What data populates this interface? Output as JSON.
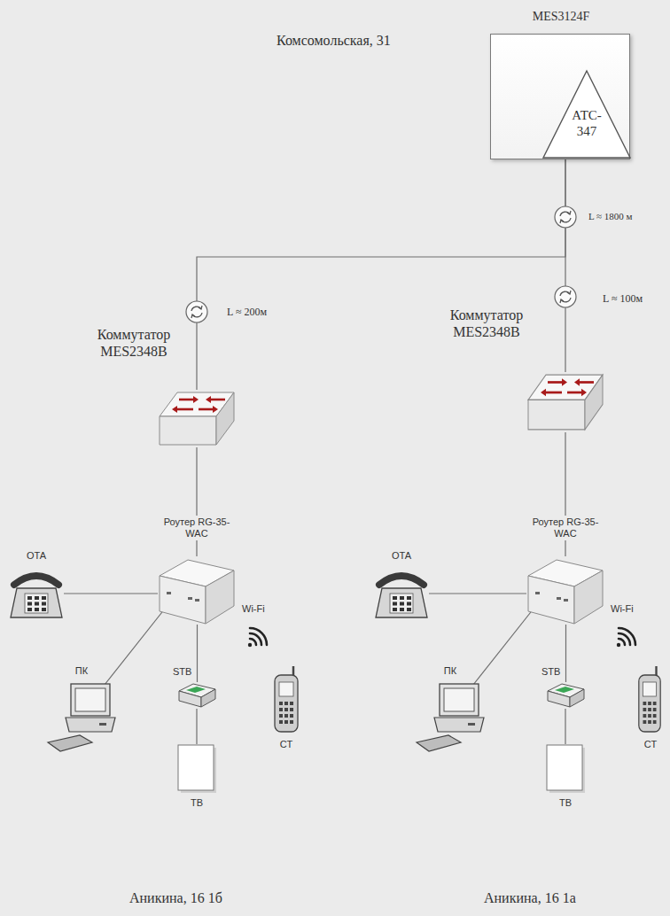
{
  "diagram": {
    "nodes": [
      {
        "text": [
          "MES3124F"
        ]
      },
      {
        "text": [
          "АТС- 347"
        ],
        "in": 0
      },
      {
        "text": [
          "Коммутатор MES2348B"
        ]
      },
      {
        "text": [
          "Коммутатор MES2348B"
        ]
      },
      {
        "text": [
          "Роутер RG-35-WAC"
        ]
      },
      {
        "text": [
          "ОТА"
        ]
      },
      {
        "text": [
          "ПК"
        ]
      },
      {
        "text": [
          "STB"
        ]
      },
      {
        "text": [
          "ТВ"
        ]
      },
      {
        "text": [
          "СТ"
        ]
      },
      {
        "text": [
          "Роутер RG-35-WAC"
        ]
      },
      {
        "text": [
          "ОТА"
        ]
      },
      {
        "text": [
          "ПК"
        ]
      },
      {
        "text": [
          "STB"
        ]
      },
      {
        "text": [
          "ТВ"
        ]
      },
      {
        "text": [
          "СТ"
        ]
      }
    ],
    "edges": [
      {
        "from": 1,
        "to": 2,
        "arrow": "none"
      },
      {
        "from": 1,
        "to": 3,
        "arrow": "none"
      },
      {
        "from": 2,
        "to": 4,
        "arrow": "none"
      },
      {
        "from": 4,
        "to": 5,
        "arrow": "none"
      },
      {
        "from": 4,
        "to": 6,
        "arrow": "none"
      },
      {
        "from": 4,
        "to": 7,
        "arrow": "none"
      },
      {
        "from": 7,
        "to": 8,
        "arrow": "none"
      },
      {
        "from": 3,
        "to": 10,
        "arrow": "none"
      },
      {
        "from": 10,
        "to": 11,
        "arrow": "none"
      },
      {
        "from": 10,
        "to": 12,
        "arrow": "none"
      },
      {
        "from": 10,
        "to": 13,
        "arrow": "none"
      },
      {
        "from": 13,
        "to": 14,
        "arrow": "none"
      }
    ],
    "labels": [
      "Комсомольская, 31",
      "L ≈ 1800 м",
      "L ≈ 200м",
      "L ≈ 100м",
      "Wi-Fi",
      "Wi-Fi",
      "Аникина, 16 1б",
      "Аникина, 16 1а"
    ]
  }
}
